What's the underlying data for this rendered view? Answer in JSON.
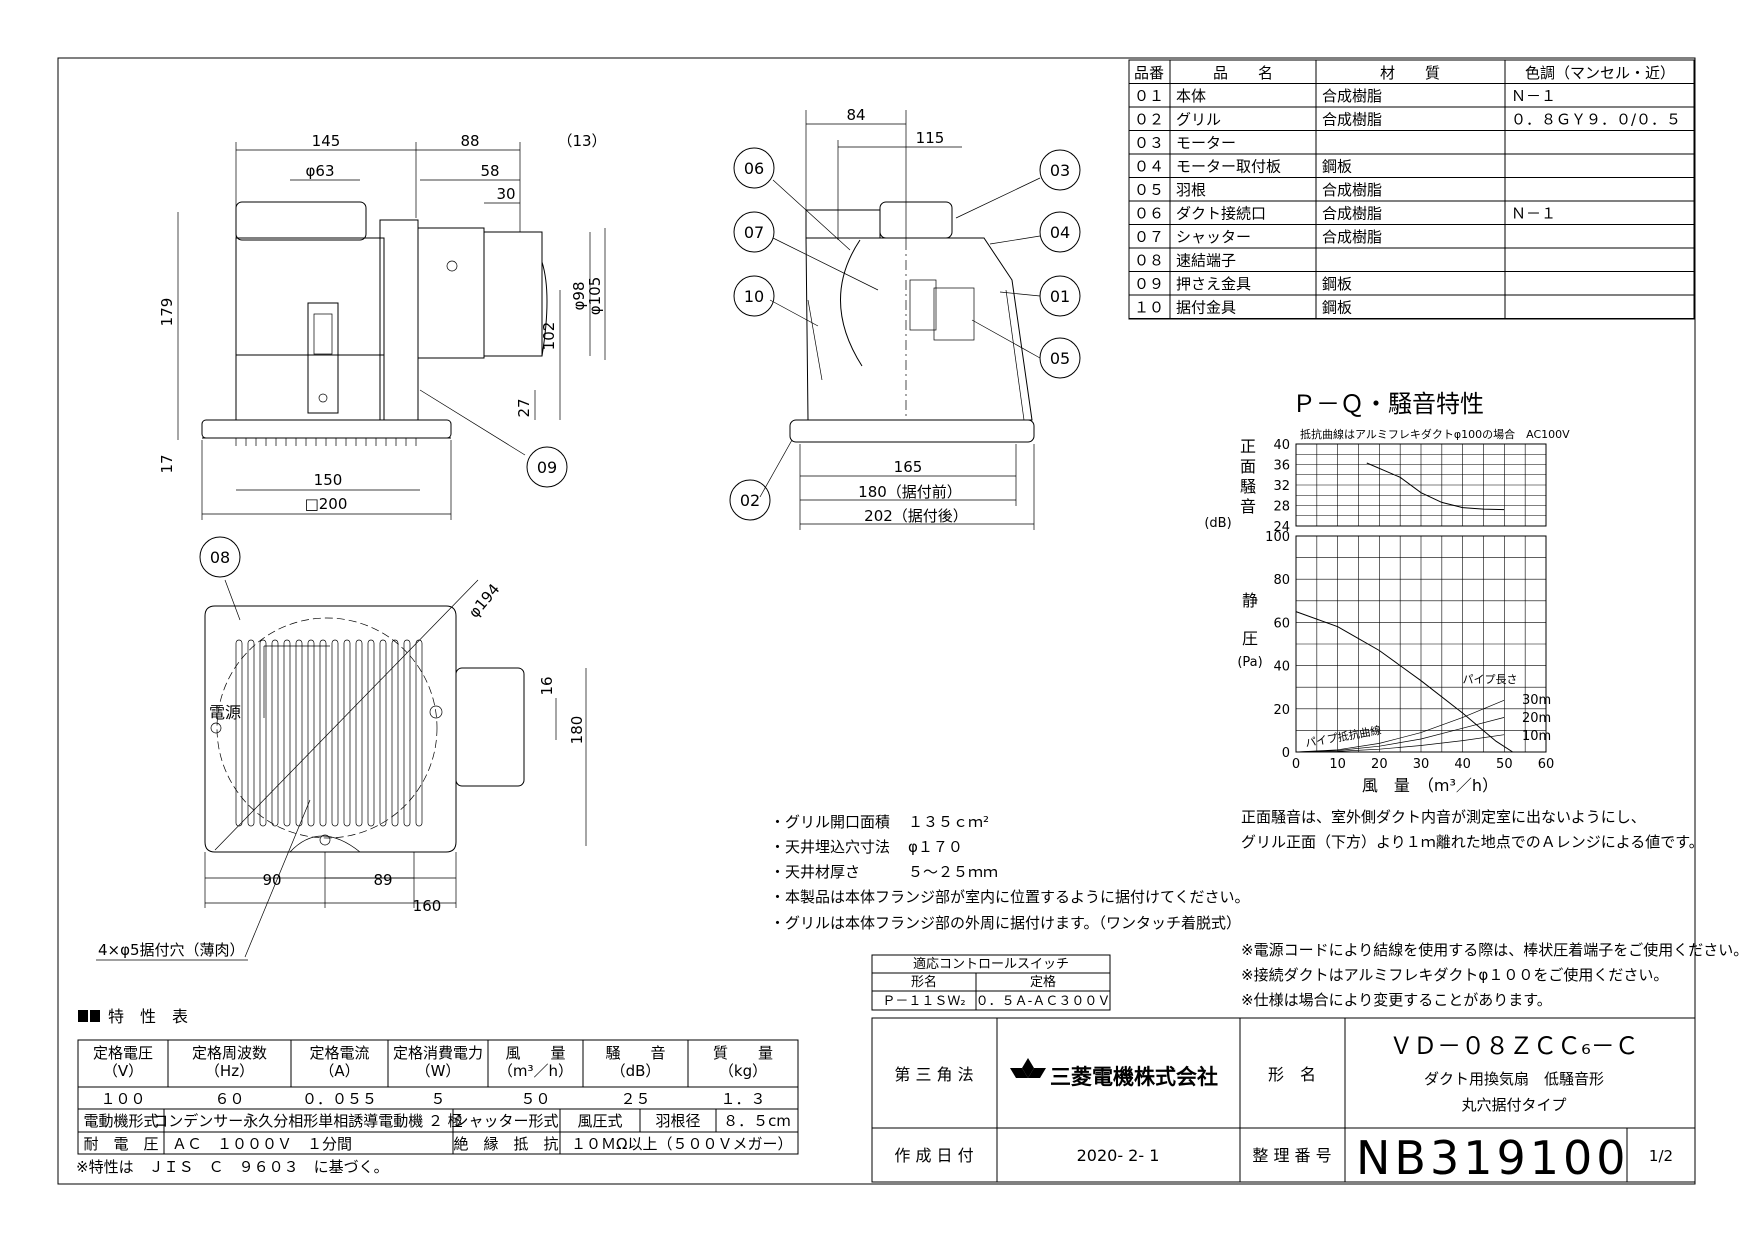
{
  "parts_table": {
    "headers": [
      "品番",
      "品　　名",
      "材　　質",
      "色調（マンセル・近）"
    ],
    "rows": [
      [
        "０１",
        "本体",
        "合成樹脂",
        "Ｎ－１"
      ],
      [
        "０２",
        "グリル",
        "合成樹脂",
        "０．８ＧＹ９．０/０．５"
      ],
      [
        "０３",
        "モーター",
        "",
        ""
      ],
      [
        "０４",
        "モーター取付板",
        "鋼板",
        ""
      ],
      [
        "０５",
        "羽根",
        "合成樹脂",
        ""
      ],
      [
        "０６",
        "ダクト接続口",
        "合成樹脂",
        "Ｎ－１"
      ],
      [
        "０７",
        "シャッター",
        "合成樹脂",
        ""
      ],
      [
        "０８",
        "速結端子",
        "",
        ""
      ],
      [
        "０９",
        "押さえ金具",
        "鋼板",
        ""
      ],
      [
        "１０",
        "据付金具",
        "鋼板",
        ""
      ]
    ]
  },
  "front_view": {
    "dims": [
      "145",
      "88",
      "（13）",
      "φ63",
      "58",
      "30",
      "179",
      "φ98",
      "φ105",
      "102",
      "27",
      "17",
      "150",
      "□200"
    ],
    "callouts": [
      "09"
    ]
  },
  "side_view": {
    "dims": [
      "84",
      "115",
      "165",
      "180（据付前）",
      "202（据付後）"
    ],
    "callouts": [
      "06",
      "07",
      "10",
      "03",
      "04",
      "01",
      "05",
      "02"
    ]
  },
  "bottom_view": {
    "dims": [
      "φ194",
      "16",
      "180",
      "90",
      "89",
      "160"
    ],
    "labels": [
      "電源",
      "4×φ5据付穴（薄肉）"
    ],
    "callouts": [
      "08"
    ]
  },
  "specs": {
    "installation": [
      {
        "label": "・グリル開口面積",
        "value": "１３５ｃｍ²"
      },
      {
        "label": "・天井埋込穴寸法",
        "value": "φ１７０"
      },
      {
        "label": "・天井材厚さ",
        "value": "５～２５ｍｍ"
      }
    ],
    "notes": [
      "・本製品は本体フランジ部が室内に位置するように据付けてください。",
      "・グリルは本体フランジ部の外周に据付けます。（ワンタッチ着脱式）"
    ]
  },
  "switch_table": {
    "title": "適応コントロールスイッチ",
    "headers": [
      "形名",
      "定格"
    ],
    "row": [
      "Ｐ－１１ＳＷ₂",
      "０．５Ａ-ＡＣ３００Ｖ"
    ]
  },
  "pq_chart": {
    "title": "Ｐ－Ｑ・騒音特性",
    "noise_note": "抵抗曲線はアルミフレキダクトφ100の場合　AC100V",
    "noise_axis_label": "正面騒音",
    "noise_unit": "(dB)",
    "pressure_axis_label": [
      "静",
      "圧"
    ],
    "pressure_unit": "(Pa)",
    "x_axis_label": "風　量　（m³／h）",
    "pipe_length_label": "パイプ長さ",
    "pipe_curve_label": "パイプ抵抗曲線",
    "pipe_lengths": [
      "30m",
      "20m",
      "10m"
    ],
    "noise_ticks": [
      "40",
      "36",
      "32",
      "28",
      "24"
    ],
    "pressure_ticks": [
      "100",
      "80",
      "60",
      "40",
      "20",
      "0"
    ],
    "x_ticks": [
      "0",
      "10",
      "20",
      "30",
      "40",
      "50",
      "60"
    ]
  },
  "chart_data": {
    "type": "line",
    "title": "Ｐ－Ｑ・騒音特性",
    "xlabel": "風　量　（m³／h）",
    "xlim": [
      0,
      60
    ],
    "panels": [
      {
        "ylabel": "正面騒音 (dB)",
        "ylim": [
          24,
          40
        ],
        "series": [
          {
            "x": [
              17,
              25,
              30,
              35,
              40,
              45,
              50
            ],
            "y": [
              36.3,
              33.5,
              30.5,
              28.6,
              27.6,
              27.3,
              27.2
            ]
          }
        ]
      },
      {
        "ylabel": "静圧 (Pa)",
        "ylim": [
          0,
          100
        ],
        "series": [
          {
            "x": [
              0,
              10,
              20,
              30,
              40,
              48,
              52
            ],
            "y": [
              65,
              58,
              47,
              33,
              18,
              5,
              0
            ]
          },
          {
            "name": "30m",
            "x": [
              0,
              10,
              20,
              30,
              40,
              50
            ],
            "y": [
              0,
              1,
              4,
              9,
              16,
              24
            ]
          },
          {
            "name": "20m",
            "x": [
              0,
              10,
              20,
              30,
              40,
              50
            ],
            "y": [
              0,
              0.7,
              2.7,
              6,
              11,
              16
            ]
          },
          {
            "name": "10m",
            "x": [
              0,
              10,
              20,
              30,
              40,
              50
            ],
            "y": [
              0,
              0.3,
              1.3,
              3,
              5.3,
              8
            ]
          }
        ]
      }
    ]
  },
  "pq_notes": [
    "正面騒音は、室外側ダクト内音が測定室に出ないようにし、",
    "グリル正面（下方）より１ｍ離れた地点でのＡレンジによる値です。"
  ],
  "remarks": [
    "※電源コードにより結線を使用する際は、棒状圧着端子をご使用ください。",
    "※接続ダクトはアルミフレキダクトφ１００をご使用ください。",
    "※仕様は場合により変更することがあります。"
  ],
  "characteristics": {
    "title": "特　性　表",
    "headers": [
      {
        "top": "定格電圧",
        "unit": "（V）"
      },
      {
        "top": "定格周波数",
        "unit": "（Hz）"
      },
      {
        "top": "定格電流",
        "unit": "（A）"
      },
      {
        "top": "定格消費電力",
        "unit": "（W）"
      },
      {
        "top": "風　　量",
        "unit": "（m³／h）"
      },
      {
        "top": "騒　　音",
        "unit": "（dB）"
      },
      {
        "top": "質　　量",
        "unit": "（kg）"
      }
    ],
    "values": [
      "１００",
      "６０",
      "０．０５５",
      "５",
      "５０",
      "２５",
      "１．３"
    ],
    "motor_type_label": "電動機形式",
    "motor_type_value": "コンデンサー永久分相形単相誘導電動機 ２ 極",
    "shutter_label": "シャッター形式",
    "shutter_value": "風圧式",
    "blade_label": "羽根径",
    "blade_value": "８．５cm",
    "withstand_label": "耐　電　圧",
    "withstand_value": "ＡＣ　１０００Ｖ　１分間",
    "insulation_label": "絶　縁　抵　抗",
    "insulation_value": "１０ＭΩ以上（５００Ｖメガー）",
    "footnote": "※特性は　ＪＩＳ　Ｃ　９６０３　に基づく。"
  },
  "title_block": {
    "projection": "第 三 角 法",
    "company": "三菱電機株式会社",
    "model_label": "形　名",
    "model": "ＶＤ－０８ＺＣＣ₆－Ｃ",
    "desc1": "ダクト用換気扇　低騒音形",
    "desc2": "丸穴据付タイプ",
    "date_label": "作 成 日 付",
    "date": "2020- 2- 1",
    "number_label": "整 理 番 号",
    "number": "NB319100",
    "page": "1/2"
  }
}
